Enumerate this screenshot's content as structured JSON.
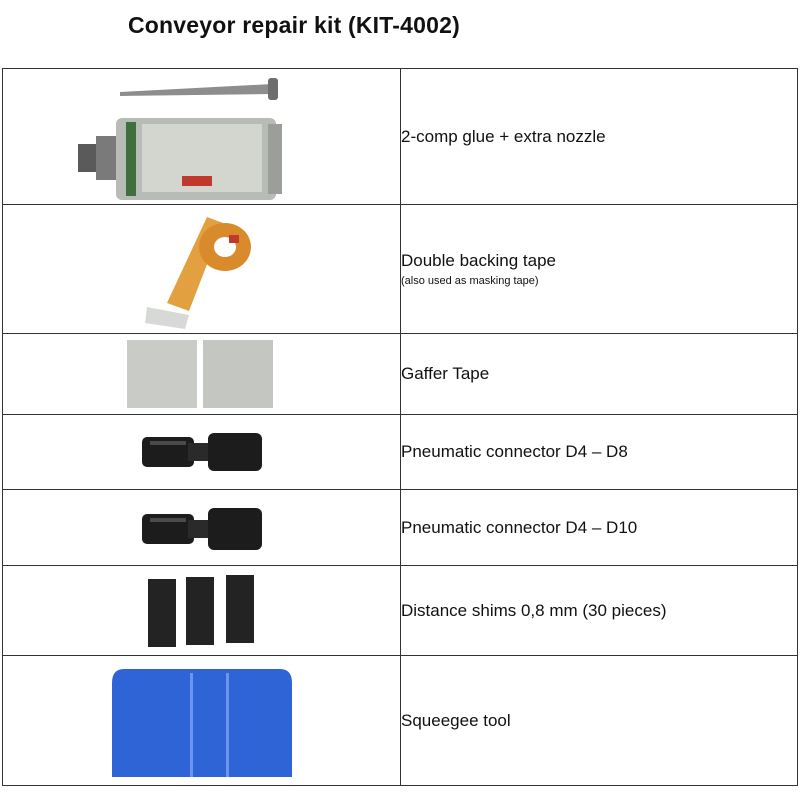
{
  "page": {
    "title": "Conveyor repair kit (KIT-4002)"
  },
  "items": [
    {
      "description": "2-comp glue + extra nozzle",
      "note": ""
    },
    {
      "description": "Double backing tape",
      "note": "(also used as masking tape)"
    },
    {
      "description": "Gaffer Tape",
      "note": ""
    },
    {
      "description": "Pneumatic connector D4 – D8",
      "note": ""
    },
    {
      "description": "Pneumatic connector D4 – D10",
      "note": ""
    },
    {
      "description": "Distance shims 0,8 mm (30 pieces)",
      "note": ""
    },
    {
      "description": "Squeegee tool",
      "note": ""
    }
  ],
  "colors": {
    "tape_orange": "#e2a040",
    "gaffer_grey": "#c9cbc6",
    "connector_black": "#1c1c1c",
    "shim_black": "#232323",
    "squeegee_blue": "#2f64d6"
  }
}
